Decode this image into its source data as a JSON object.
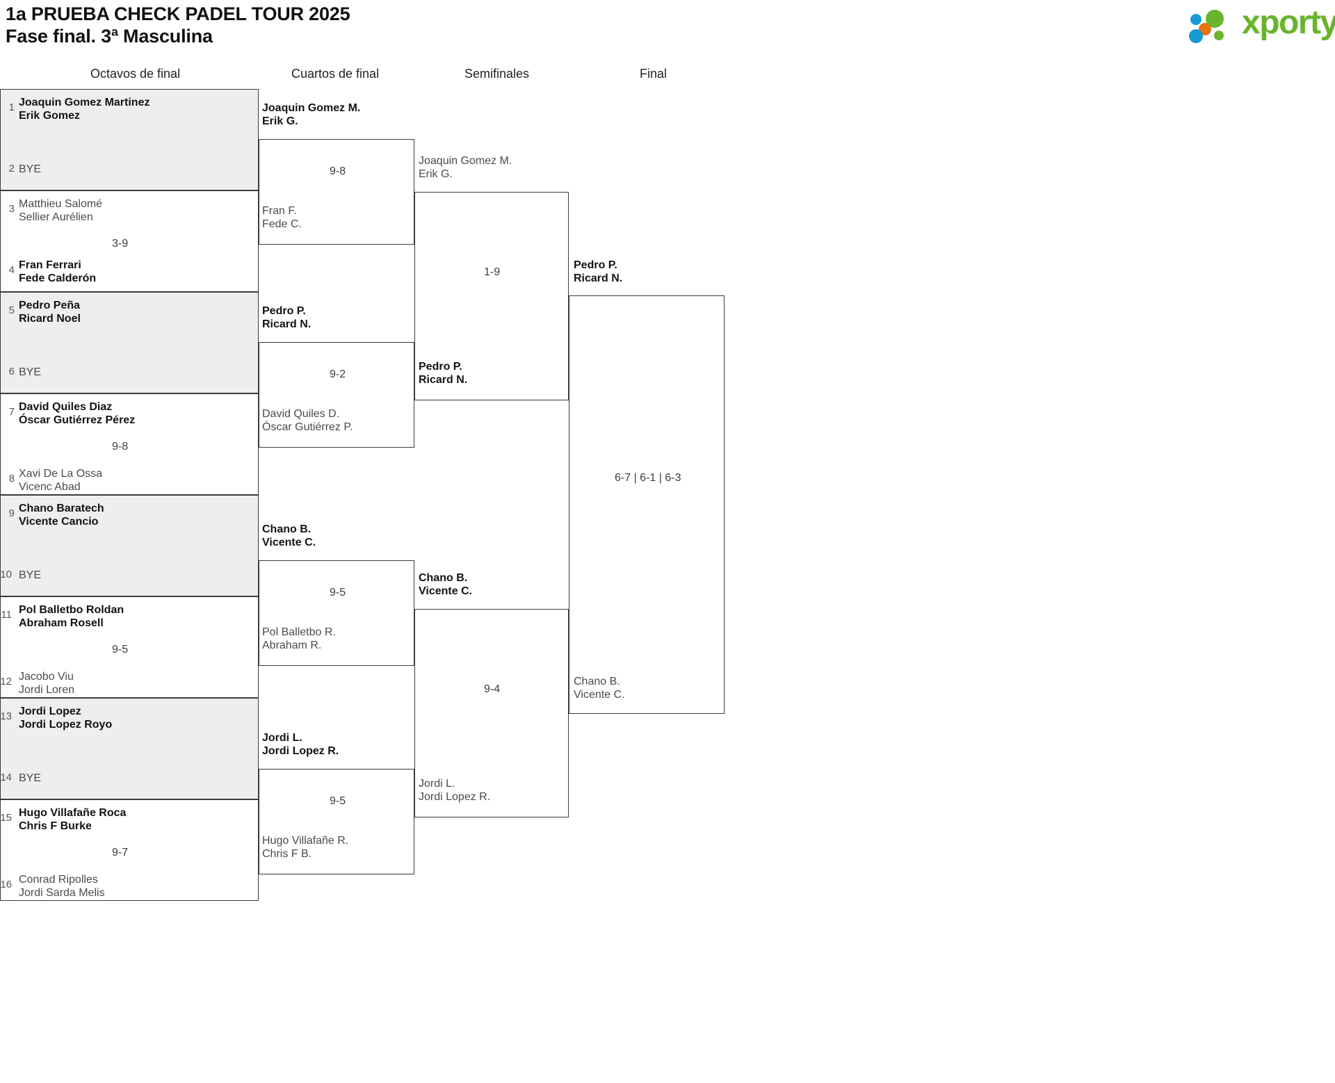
{
  "header": {
    "title_line1": "1a PRUEBA CHECK PADEL TOUR 2025",
    "title_line2": "Fase final. 3ª Masculina",
    "logo_text": "xporty",
    "logo_colors": {
      "blue": "#189ad6",
      "orange": "#e8740c",
      "green": "#69b42d"
    }
  },
  "rounds": [
    {
      "label": "Octavos de final"
    },
    {
      "label": "Cuartos de final"
    },
    {
      "label": "Semifinales"
    },
    {
      "label": "Final"
    }
  ],
  "round1": {
    "matches": [
      {
        "score": "",
        "top": {
          "seed": "1",
          "line1": "Joaquin Gomez Martinez",
          "line2": "Erik Gomez",
          "winner": true
        },
        "bottom": {
          "seed": "2",
          "line1": "BYE",
          "line2": "",
          "winner": false
        }
      },
      {
        "score": "3-9",
        "top": {
          "seed": "3",
          "line1": "Matthieu Salomé",
          "line2": "Sellier Aurélien",
          "winner": false
        },
        "bottom": {
          "seed": "4",
          "line1": "Fran Ferrari",
          "line2": "Fede Calderón",
          "winner": true
        }
      },
      {
        "score": "",
        "top": {
          "seed": "5",
          "line1": "Pedro Peña",
          "line2": "Ricard Noel",
          "winner": true
        },
        "bottom": {
          "seed": "6",
          "line1": "BYE",
          "line2": "",
          "winner": false
        }
      },
      {
        "score": "9-8",
        "top": {
          "seed": "7",
          "line1": "David Quiles Diaz",
          "line2": "Óscar Gutiérrez Pérez",
          "winner": true
        },
        "bottom": {
          "seed": "8",
          "line1": "Xavi De La Ossa",
          "line2": "Vicenc Abad",
          "winner": false
        }
      },
      {
        "score": "",
        "top": {
          "seed": "9",
          "line1": "Chano Baratech",
          "line2": "Vicente Cancio",
          "winner": true
        },
        "bottom": {
          "seed": "10",
          "line1": "BYE",
          "line2": "",
          "winner": false
        }
      },
      {
        "score": "9-5",
        "top": {
          "seed": "11",
          "line1": "Pol Balletbo Roldan",
          "line2": "Abraham Rosell",
          "winner": true
        },
        "bottom": {
          "seed": "12",
          "line1": "Jacobo Viu",
          "line2": "Jordi Loren",
          "winner": false
        }
      },
      {
        "score": "",
        "top": {
          "seed": "13",
          "line1": "Jordi Lopez",
          "line2": "Jordi Lopez Royo",
          "winner": true
        },
        "bottom": {
          "seed": "14",
          "line1": "BYE",
          "line2": "",
          "winner": false
        }
      },
      {
        "score": "9-7",
        "top": {
          "seed": "15",
          "line1": "Hugo Villafañe Roca",
          "line2": "Chris F Burke",
          "winner": true
        },
        "bottom": {
          "seed": "16",
          "line1": "Conrad Ripolles",
          "line2": "Jordi Sarda Melis",
          "winner": false
        }
      }
    ]
  },
  "round2": {
    "matches": [
      {
        "score": "9-8",
        "top": {
          "line1": "Joaquin Gomez M.",
          "line2": "Erik G.",
          "winner": true
        },
        "bottom": {
          "line1": "Fran F.",
          "line2": "Fede C.",
          "winner": false
        }
      },
      {
        "score": "9-2",
        "top": {
          "line1": "Pedro P.",
          "line2": "Ricard N.",
          "winner": true
        },
        "bottom": {
          "line1": "David Quiles D.",
          "line2": "Óscar Gutiérrez P.",
          "winner": false
        }
      },
      {
        "score": "9-5",
        "top": {
          "line1": "Chano B.",
          "line2": "Vicente C.",
          "winner": true
        },
        "bottom": {
          "line1": "Pol Balletbo R.",
          "line2": "Abraham R.",
          "winner": false
        }
      },
      {
        "score": "9-5",
        "top": {
          "line1": "Jordi L.",
          "line2": "Jordi Lopez R.",
          "winner": true
        },
        "bottom": {
          "line1": "Hugo Villafañe R.",
          "line2": "Chris F B.",
          "winner": false
        }
      }
    ]
  },
  "round3": {
    "matches": [
      {
        "score": "1-9",
        "top": {
          "line1": "Joaquin Gomez M.",
          "line2": "Erik G.",
          "winner": false
        },
        "bottom": {
          "line1": "Pedro P.",
          "line2": "Ricard N.",
          "winner": true
        }
      },
      {
        "score": "9-4",
        "top": {
          "line1": "Chano B.",
          "line2": "Vicente C.",
          "winner": true
        },
        "bottom": {
          "line1": "Jordi L.",
          "line2": "Jordi Lopez R.",
          "winner": false
        }
      }
    ]
  },
  "round4": {
    "matches": [
      {
        "score": "6-7 | 6-1 | 6-3",
        "top": {
          "line1": "Pedro P.",
          "line2": "Ricard N.",
          "winner": true
        },
        "bottom": {
          "line1": "Chano B.",
          "line2": "Vicente C.",
          "winner": false
        }
      }
    ]
  }
}
